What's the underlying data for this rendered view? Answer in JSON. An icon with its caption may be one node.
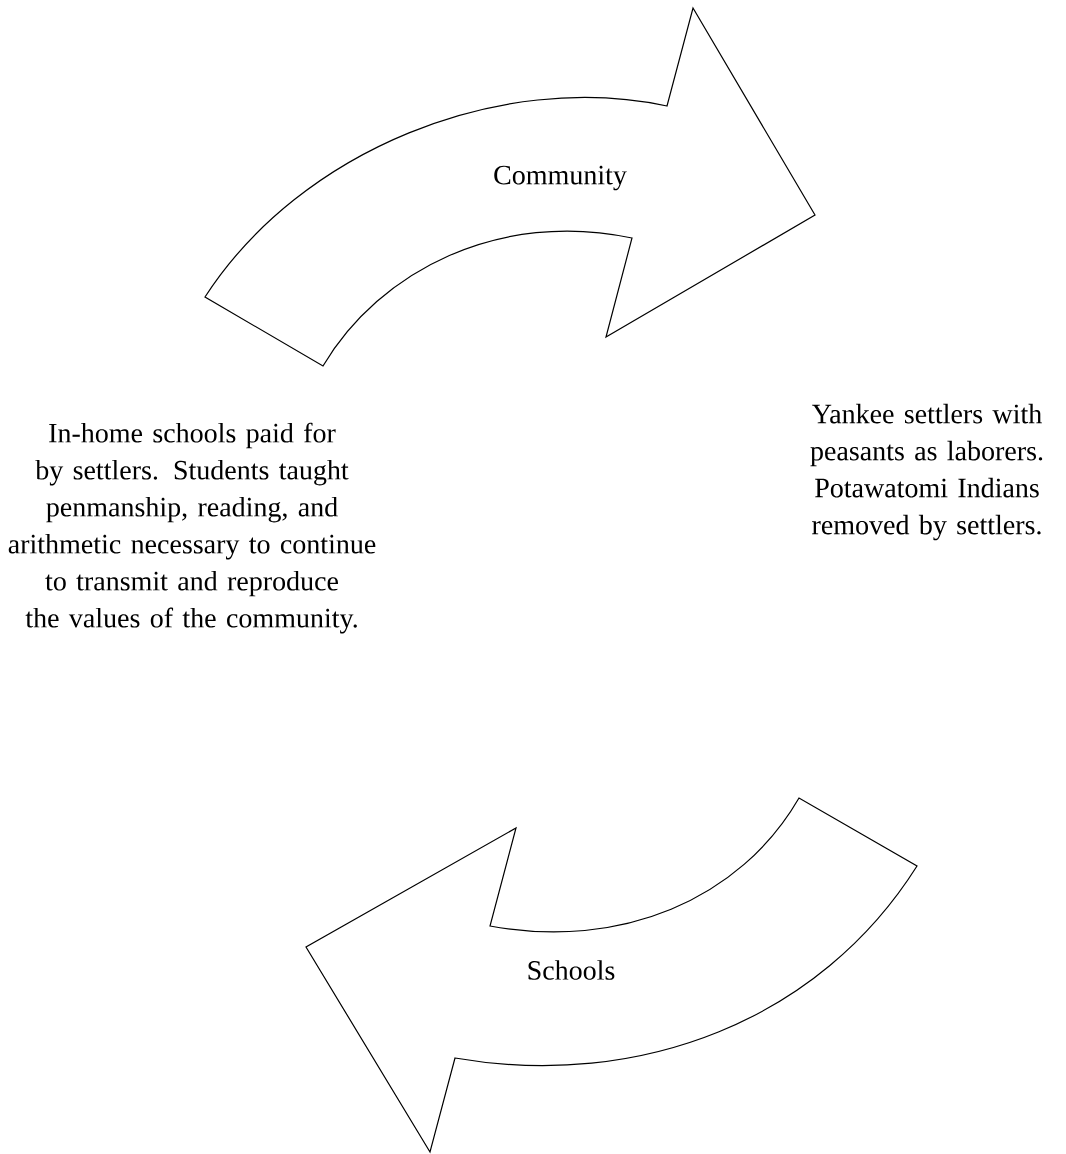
{
  "diagram": {
    "nodes": [
      {
        "text": [
          "Community"
        ]
      },
      {
        "text": [
          "Schools"
        ]
      }
    ],
    "labels": [
      "In-home schools paid for by settlers. Students taught penmanship, reading, and arithmetic necessary to continue to transmit and reproduce the values of the community.",
      "Yankee settlers with peasants as laborers. Potawatomi Indians removed by settlers."
    ]
  }
}
